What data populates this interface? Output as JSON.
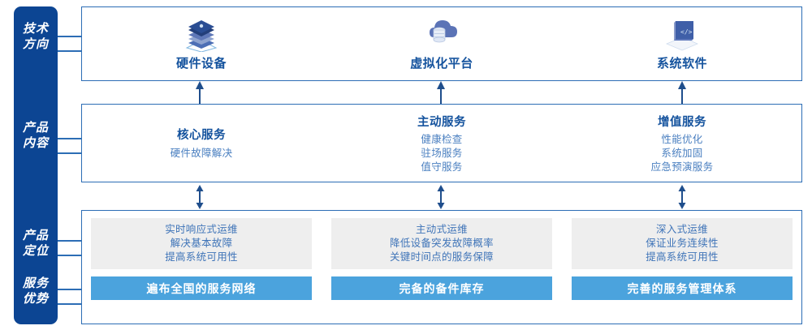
{
  "rail": {
    "labels": [
      {
        "id": "tech",
        "text": "技术\n方向"
      },
      {
        "id": "content",
        "text": "产品\n内容"
      },
      {
        "id": "position",
        "text": "产品\n定位"
      },
      {
        "id": "advantage",
        "text": "服务\n优势"
      }
    ]
  },
  "technology": {
    "columns": [
      {
        "name": "硬件设备",
        "icon": "server-stack-icon"
      },
      {
        "name": "虚拟化平台",
        "icon": "cloud-database-icon"
      },
      {
        "name": "系统软件",
        "icon": "laptop-code-icon"
      }
    ]
  },
  "product_content": {
    "columns": [
      {
        "title": "核心服务",
        "items": [
          "硬件故障解决"
        ]
      },
      {
        "title": "主动服务",
        "items": [
          "健康检查",
          "驻场服务",
          "值守服务"
        ]
      },
      {
        "title": "增值服务",
        "items": [
          "性能优化",
          "系统加固",
          "应急预演服务"
        ]
      }
    ]
  },
  "product_position": {
    "columns": [
      {
        "lines": [
          "实时响应式运维",
          "解决基本故障",
          "提高系统可用性"
        ]
      },
      {
        "lines": [
          "主动式运维",
          "降低设备突发故障概率",
          "关键时间点的服务保障"
        ]
      },
      {
        "lines": [
          "深入式运维",
          "保证业务连续性",
          "提高系统可用性"
        ]
      }
    ]
  },
  "service_advantage": {
    "columns": [
      "遍布全国的服务网络",
      "完备的备件库存",
      "完善的服务管理体系"
    ]
  },
  "colors": {
    "rail": "#0c4593",
    "border": "#2c6db5",
    "heading": "#15539e",
    "body_text": "#4a7fc0",
    "card_bg": "#eeeeee",
    "advantage_bg": "#4ba3dd",
    "arrow": "#1f4e8c"
  },
  "arrows": {
    "tech_to_content": "up-arrow",
    "content_to_bottom": "up-down-arrow"
  }
}
